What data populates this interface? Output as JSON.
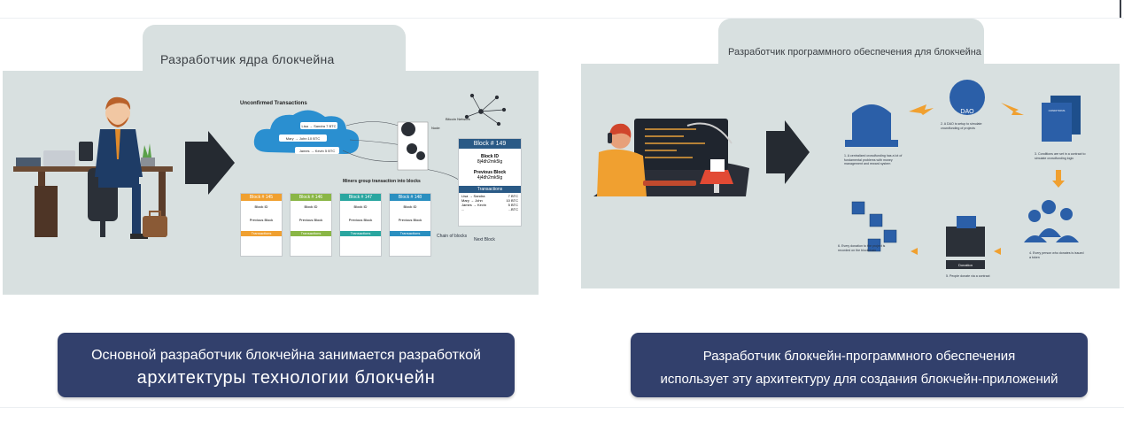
{
  "left_panel": {
    "tab_title": "Разработчик ядра блокчейна",
    "caption_line1": "Основной разработчик блокчейна занимается разработкой",
    "caption_line2": "архитектуры технологии блокчейн",
    "diagram": {
      "unconfirmed_title": "Unconfirmed Transactions",
      "transactions": [
        "Lisa → Sandra 7 BTC",
        "Mary → John 10 BTC",
        "James → Kevin 5 BTC"
      ],
      "node_label": "Node",
      "network_label": "Bitcoin Network",
      "miners_label": "Miners group transaction into blocks",
      "blocks": [
        {
          "title": "Block # 145",
          "color": "#f0a030"
        },
        {
          "title": "Block # 146",
          "color": "#8ab646"
        },
        {
          "title": "Block # 147",
          "color": "#2aa6a0"
        },
        {
          "title": "Block # 148",
          "color": "#2a8fc0"
        }
      ],
      "block_id_label": "Block ID",
      "previous_block_label": "Previous Block",
      "transactions_label": "Transactions",
      "chain_label": "Chain of blocks",
      "big_block": {
        "title": "Block # 149",
        "block_id_label": "Block ID",
        "block_id": "8j4dh2mk5lg",
        "previous_label": "Previous Block",
        "previous_id": "4j4dh2mk5lg",
        "transactions_label": "Transactions",
        "rows": [
          {
            "name": "Lisa → Sandra",
            "value": "7 BTC"
          },
          {
            "name": "Mary → John",
            "value": "10 BTC"
          },
          {
            "name": "James → Kevin",
            "value": "5 BTC"
          },
          {
            "name": "...",
            "value": "...BTC"
          }
        ]
      },
      "next_block_label": "Next Block"
    }
  },
  "right_panel": {
    "tab_title": "Разработчик программного обеспечения для блокчейна",
    "caption_line1": "Разработчик блокчейн-программного обеспечения",
    "caption_line2": "использует эту архитектуру для создания блокчейн-приложений",
    "diagram": {
      "dao_label": "DAO",
      "conditions_label": "CONDITIONS",
      "donation_label": "Donation",
      "steps": [
        "1. A centralized crowdfunding has a lot of fundamental problems with money management and reward system",
        "2. A DAO is setup to simulate crowdfunding of projects",
        "3. Conditions are set in a contract to simulate crowdfunding logic",
        "4. Every person who donates is issued a token",
        "5. People donate via a contract",
        "6. Every donation to the project is recorded on the blockchain"
      ]
    }
  },
  "colors": {
    "panel_bg": "#d8e0e0",
    "caption_bg": "#32406c",
    "arrow": "#252a31",
    "accent_orange": "#f0a030",
    "accent_blue": "#2a8fc0"
  }
}
